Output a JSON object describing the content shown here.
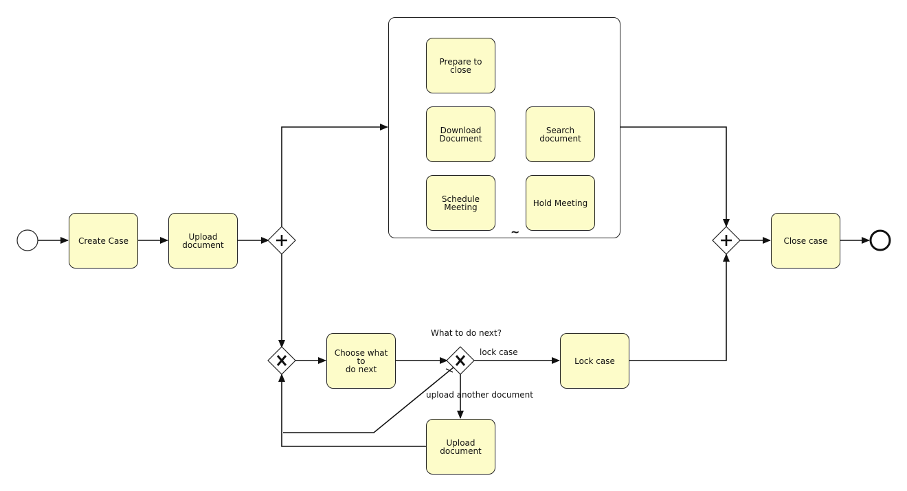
{
  "diagram": {
    "type": "bpmn-process",
    "tasks": {
      "create_case": "Create Case",
      "upload_document": "Upload\ndocument",
      "prepare_to_close": "Prepare to close",
      "download_document": "Download\nDocument",
      "search_document": "Search\ndocument",
      "schedule_meeting": "Schedule\nMeeting",
      "hold_meeting": "Hold Meeting",
      "choose_next": "Choose what to\ndo next",
      "lock_case": "Lock case",
      "upload_another": "Upload\ndocument",
      "close_case": "Close case"
    },
    "subprocess_marker": "~",
    "gateway_labels": {
      "decision": "What to do next?"
    },
    "flow_labels": {
      "lock": "lock case",
      "upload_another": "upload another document"
    },
    "gateways": {
      "parallel_split": "+",
      "exclusive_merge": "X",
      "exclusive_decision": "X",
      "parallel_join": "+"
    },
    "colors": {
      "task_fill": "#fdfcc9",
      "stroke": "#222222",
      "background": "#ffffff"
    }
  }
}
